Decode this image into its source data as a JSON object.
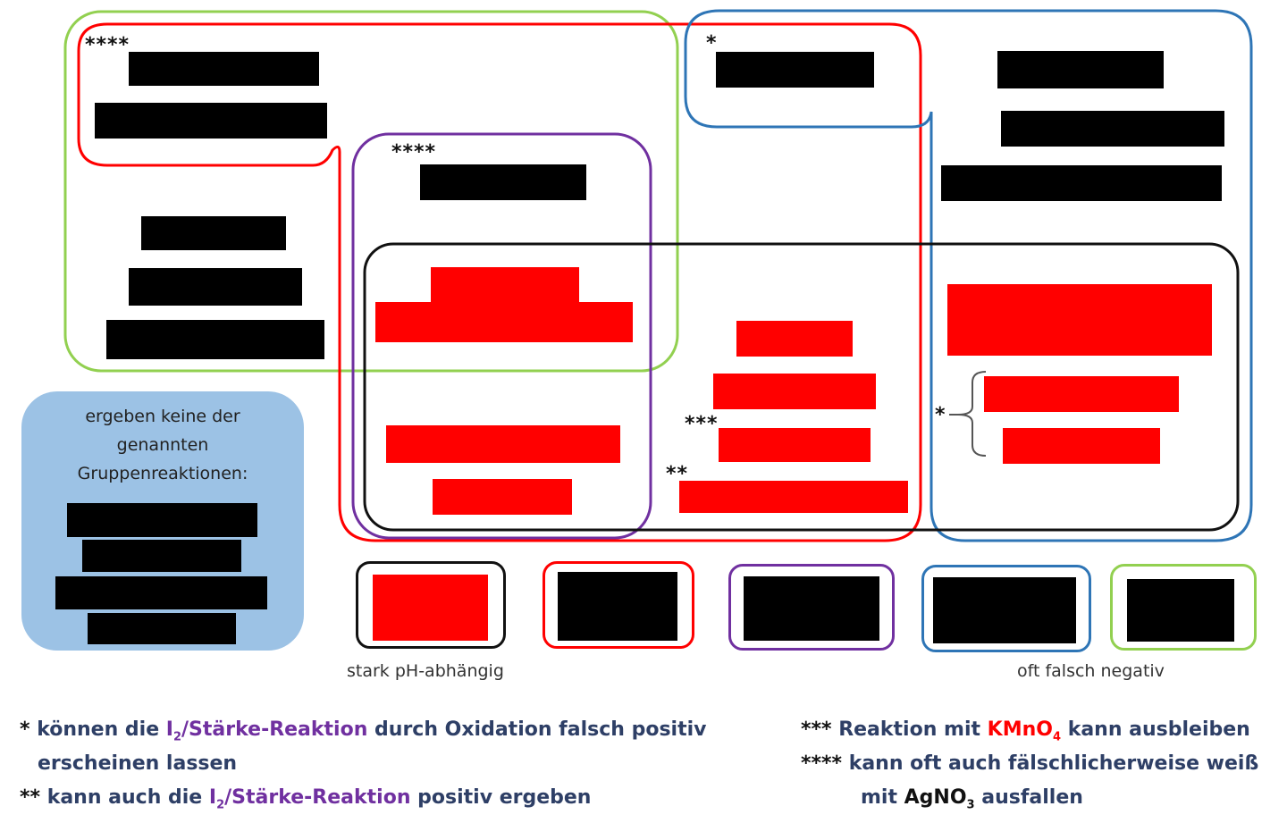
{
  "stars": {
    "s4_top": "****",
    "s1_top": "*",
    "s4_purple": "****",
    "s3": "***",
    "s2": "**",
    "s1_right": "*"
  },
  "no_group_box": {
    "line1": "ergeben keine der",
    "line2": "genannten",
    "line3": "Gruppenreaktionen:"
  },
  "legend_labels": {
    "black": "stark pH-abhängig",
    "green": "oft falsch negativ"
  },
  "footnotes": {
    "f1": {
      "mark": "*",
      "pre": "können die ",
      "reaction_a": "I",
      "reaction_sub": "2",
      "reaction_b": "/Stärke-Reaktion",
      "post": " durch Oxidation falsch positiv",
      "line2": "erscheinen lassen"
    },
    "f2": {
      "mark": "**",
      "pre": "kann auch die ",
      "reaction_a": "I",
      "reaction_sub": "2",
      "reaction_b": "/Stärke-Reaktion",
      "post": " positiv ergeben"
    },
    "f3": {
      "mark": "***",
      "pre": "Reaktion mit ",
      "reagent_a": "KMnO",
      "reagent_sub": "4",
      "post": " kann ausbleiben"
    },
    "f4": {
      "mark": "****",
      "line1": "kann oft auch fälschlicherweise weiß",
      "pre": "mit ",
      "reagent_a": "AgNO",
      "reagent_sub": "3",
      "post": " ausfallen"
    }
  },
  "colors": {
    "green": "#92d050",
    "red": "#ff0000",
    "blue": "#2e75b6",
    "purple": "#7030a0",
    "black": "#000000",
    "legend_blue": "#9cc2e5"
  }
}
